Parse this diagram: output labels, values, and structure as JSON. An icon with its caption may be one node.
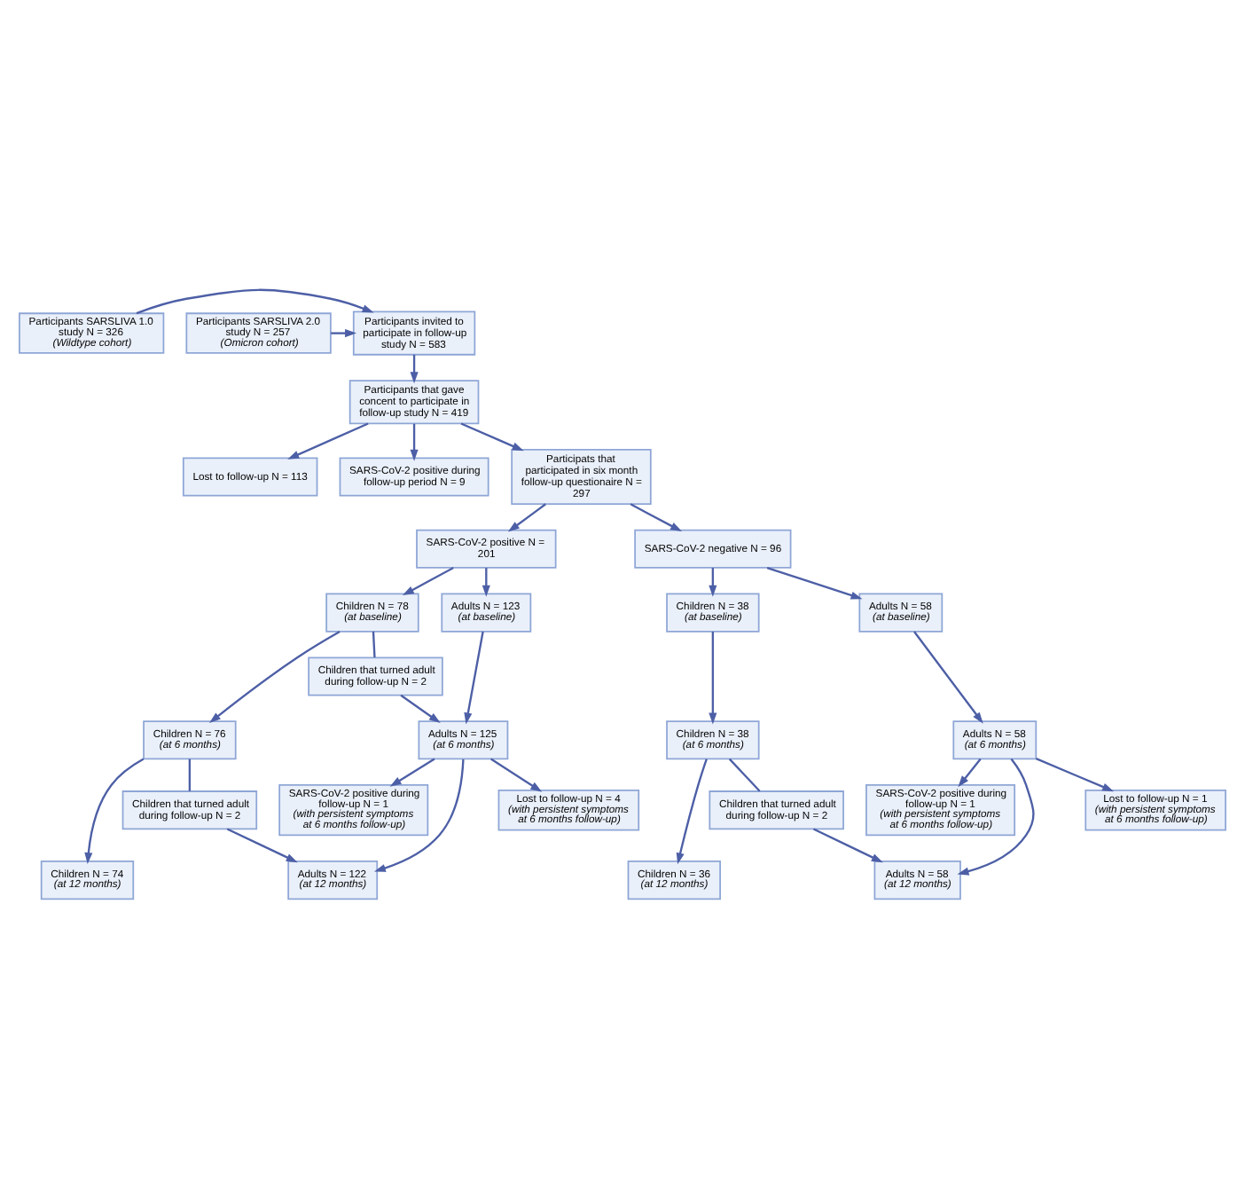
{
  "diagram": {
    "nodes": [
      {
        "text": [
          "Participants SARSLIVA 1.0 study N = 326",
          "(Wildtype cohort)"
        ]
      },
      {
        "text": [
          "Participants invited to participate in follow-up study N = 583"
        ]
      },
      {
        "text": [
          "Participants SARSLIVA 2.0 study N = 257",
          "(Omicron cohort)"
        ]
      },
      {
        "text": [
          "Participants that gave concent to participate in follow-up study N = 419"
        ]
      },
      {
        "text": [
          "Lost to follow-up N = 113"
        ]
      },
      {
        "text": [
          "SARS-CoV-2 positive during follow-up period N = 9"
        ]
      },
      {
        "text": [
          "Participats that participated in six month follow-up questionaire N = 297"
        ]
      },
      {
        "text": [
          "SARS-CoV-2 positive N = 201"
        ]
      },
      {
        "text": [
          "SARS-CoV-2 negative N = 96"
        ]
      },
      {
        "text": [
          "Children N = 78",
          "(at baseline)"
        ]
      },
      {
        "text": [
          "Adults N = 123",
          "(at baseline)"
        ]
      },
      {
        "text": [
          "Children that turned adult during follow-up N = 2"
        ]
      },
      {
        "text": [
          "Children N = 76",
          "(at 6 months)"
        ]
      },
      {
        "text": [
          "Adults N = 125",
          "(at 6 months)"
        ]
      },
      {
        "text": [
          "Lost to follow-up N = 4",
          "(with persistent symptoms at 6 months follow-up)"
        ]
      },
      {
        "text": [
          "Children that turned adult during follow-up N = 2"
        ]
      },
      {
        "text": [
          "SARS-CoV-2 positive during follow-up N = 1",
          "(with persistent symptoms at 6 months follow-up)"
        ]
      },
      {
        "text": [
          "Children N = 74",
          "(at 12 months)"
        ]
      },
      {
        "text": [
          "Adults N = 122",
          "(at 12 months)"
        ]
      },
      {
        "text": [
          "Children N = 38",
          "(at baseline)"
        ]
      },
      {
        "text": [
          "Adults N = 58",
          "(at baseline)"
        ]
      },
      {
        "text": [
          "Children N = 38",
          "(at 6 months)"
        ]
      },
      {
        "text": [
          "Adults N = 58",
          "(at 6 months)"
        ]
      },
      {
        "text": [
          "Lost to follow-up N = 1",
          "(with persistent symptoms at 6 months follow-up)"
        ]
      },
      {
        "text": [
          "Children that turned adult during follow-up N = 2"
        ]
      },
      {
        "text": [
          "SARS-CoV-2 positive during follow-up N = 1",
          "(with persistent symptoms at 6 months follow-up)"
        ]
      },
      {
        "text": [
          "Children N = 36",
          "(at 12 months)"
        ]
      },
      {
        "text": [
          "Adults N = 58",
          "(at 12 months)"
        ]
      }
    ],
    "edges": [
      {
        "from": 0,
        "to": 1,
        "arrow": "to"
      },
      {
        "from": 2,
        "to": 1,
        "arrow": "to"
      },
      {
        "from": 1,
        "to": 3,
        "arrow": "to"
      },
      {
        "from": 3,
        "to": 4,
        "arrow": "to"
      },
      {
        "from": 3,
        "to": 5,
        "arrow": "to"
      },
      {
        "from": 3,
        "to": 6,
        "arrow": "to"
      },
      {
        "from": 6,
        "to": 7,
        "arrow": "to"
      },
      {
        "from": 6,
        "to": 8,
        "arrow": "to"
      },
      {
        "from": 7,
        "to": 9,
        "arrow": "to"
      },
      {
        "from": 7,
        "to": 10,
        "arrow": "to"
      },
      {
        "from": 9,
        "to": 12,
        "arrow": "to"
      },
      {
        "from": 9,
        "to": 11,
        "arrow": "none"
      },
      {
        "from": 11,
        "to": 13,
        "arrow": "to"
      },
      {
        "from": 10,
        "to": 13,
        "arrow": "to"
      },
      {
        "from": 12,
        "to": 17,
        "arrow": "to"
      },
      {
        "from": 12,
        "to": 15,
        "arrow": "none"
      },
      {
        "from": 15,
        "to": 18,
        "arrow": "to"
      },
      {
        "from": 13,
        "to": 14,
        "arrow": "to"
      },
      {
        "from": 13,
        "to": 16,
        "arrow": "to"
      },
      {
        "from": 13,
        "to": 18,
        "arrow": "to"
      },
      {
        "from": 8,
        "to": 19,
        "arrow": "to"
      },
      {
        "from": 8,
        "to": 20,
        "arrow": "to"
      },
      {
        "from": 19,
        "to": 21,
        "arrow": "to"
      },
      {
        "from": 20,
        "to": 22,
        "arrow": "to"
      },
      {
        "from": 21,
        "to": 26,
        "arrow": "to"
      },
      {
        "from": 21,
        "to": 24,
        "arrow": "none"
      },
      {
        "from": 24,
        "to": 27,
        "arrow": "to"
      },
      {
        "from": 22,
        "to": 23,
        "arrow": "to"
      },
      {
        "from": 22,
        "to": 25,
        "arrow": "to"
      },
      {
        "from": 22,
        "to": 27,
        "arrow": "to"
      }
    ]
  }
}
